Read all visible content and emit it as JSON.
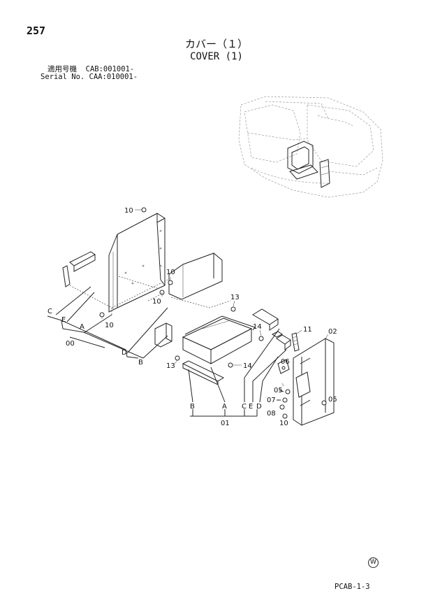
{
  "page": {
    "number": "257",
    "title_ja": "カバー（１）",
    "title_en": "COVER (1)",
    "serial_line1": "適用号機  CAB:001001-",
    "serial_line2": "Serial No. CAA:010001-",
    "code": "PCAB-1-3",
    "mark": "W"
  },
  "callouts": [
    {
      "id": "c10a",
      "label": "10"
    },
    {
      "id": "c10b",
      "label": "10"
    },
    {
      "id": "c10c",
      "label": "10"
    },
    {
      "id": "c10d",
      "label": "10"
    },
    {
      "id": "c10e",
      "label": "10"
    },
    {
      "id": "c13a",
      "label": "13"
    },
    {
      "id": "c13b",
      "label": "13"
    },
    {
      "id": "c14a",
      "label": "14"
    },
    {
      "id": "c14b",
      "label": "14"
    },
    {
      "id": "c11",
      "label": "11"
    },
    {
      "id": "c02",
      "label": "02"
    },
    {
      "id": "c06",
      "label": "06"
    },
    {
      "id": "c05a",
      "label": "05"
    },
    {
      "id": "c05b",
      "label": "05"
    },
    {
      "id": "c07",
      "label": "07"
    },
    {
      "id": "c08",
      "label": "08"
    },
    {
      "id": "c00",
      "label": "00"
    },
    {
      "id": "c01",
      "label": "01"
    }
  ],
  "letters": {
    "left_C": "C",
    "left_E": "E",
    "left_A": "A",
    "left_D": "D",
    "left_B": "B",
    "bottom_B": "B",
    "bottom_A": "A",
    "bottom_C": "C",
    "bottom_E": "E",
    "bottom_D": "D"
  }
}
